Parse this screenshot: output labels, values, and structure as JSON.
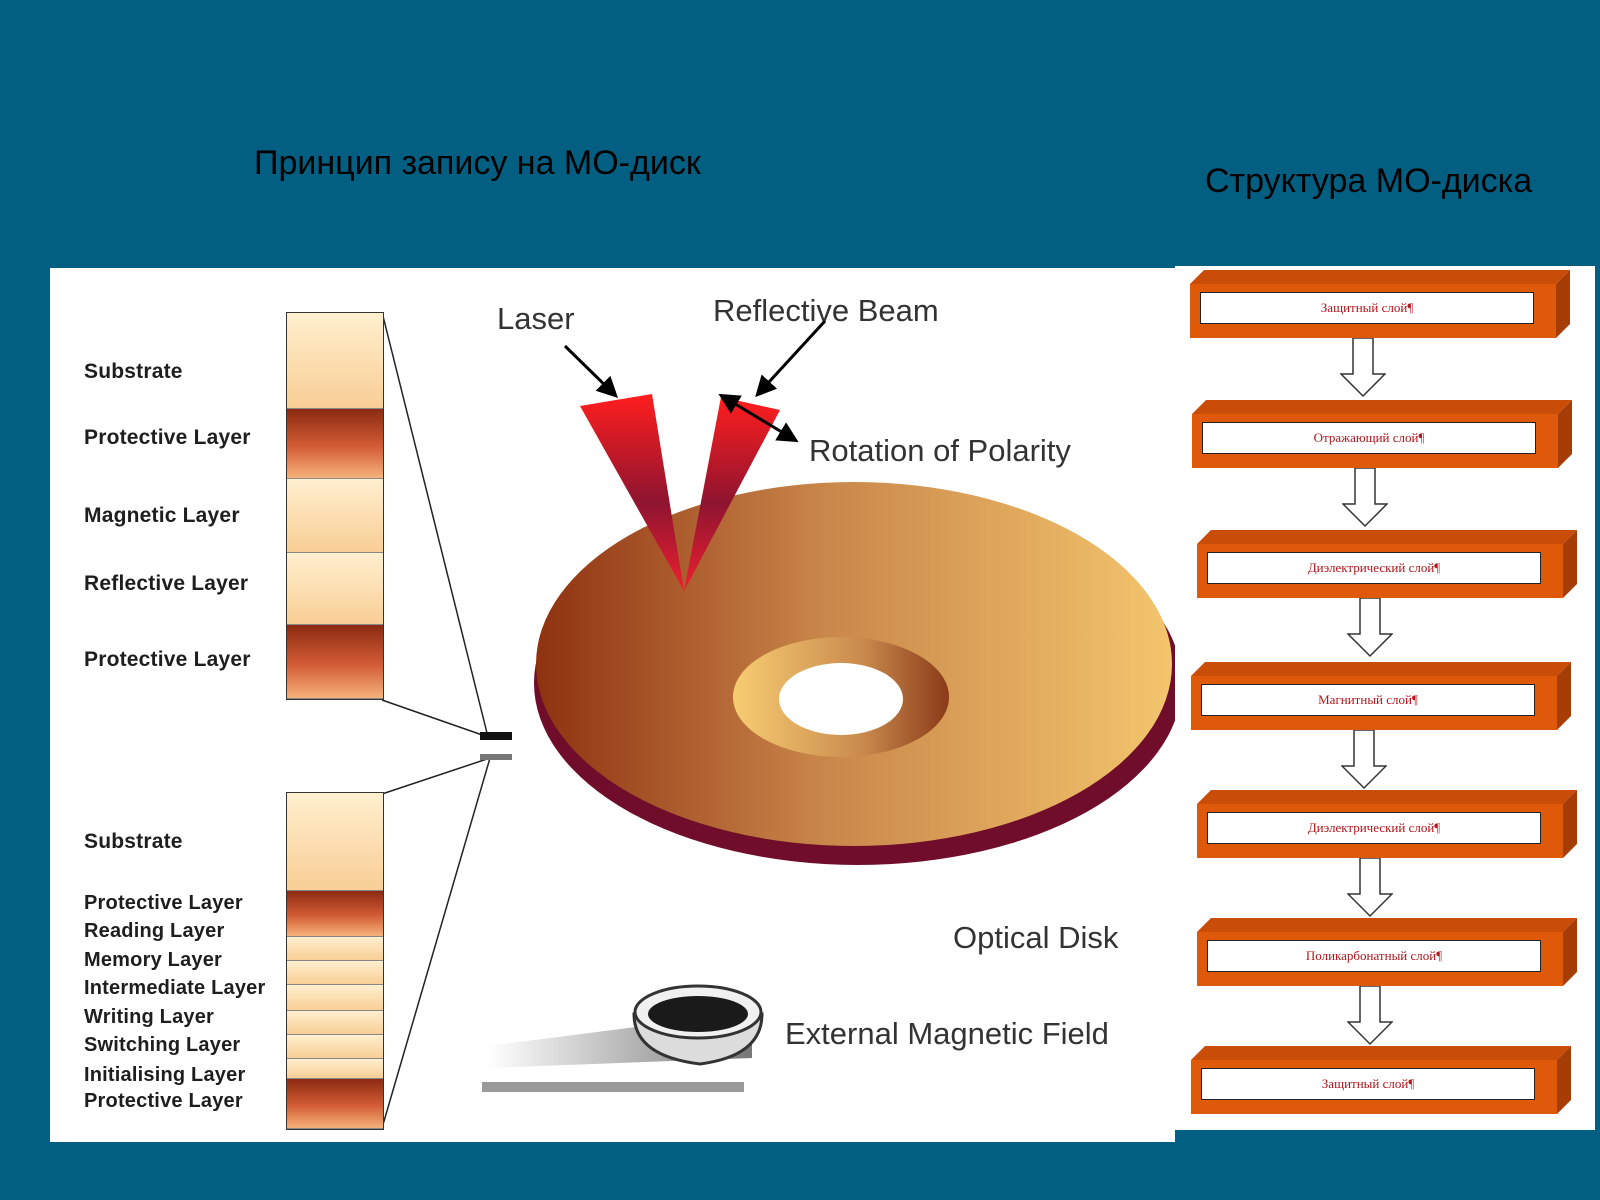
{
  "titles": {
    "left": "Принцип запису на МО-диск",
    "right": "Структура МО-диска"
  },
  "diagram": {
    "laser": "Laser",
    "reflective_beam": "Reflective Beam",
    "rotation_of_polarity": "Rotation of Polarity",
    "optical_disk": "Optical Disk",
    "external_magnetic_field": "External Magnetic Field",
    "upper_layers": [
      "Substrate",
      "Protective Layer",
      "Magnetic Layer",
      "Reflective Layer",
      "Protective Layer"
    ],
    "lower_layers": [
      "Substrate",
      "Protective Layer",
      "Reading Layer",
      "Memory Layer",
      "Intermediate Layer",
      "Writing Layer",
      "Switching Layer",
      "Initialising Layer",
      "Protective Layer"
    ]
  },
  "structure": {
    "layers": [
      "Защитный слой¶",
      "Отражающий слой¶",
      "Диэлектрический слой¶",
      "Магнитный слой¶",
      "Диэлектрический слой¶",
      "Поликарбонатный слой¶",
      "Защитный слой¶"
    ],
    "colors": {
      "box_front": "#de5a0a",
      "box_side": "#a63c06",
      "box_top": "#c94c08",
      "text": "#b3151b"
    }
  }
}
